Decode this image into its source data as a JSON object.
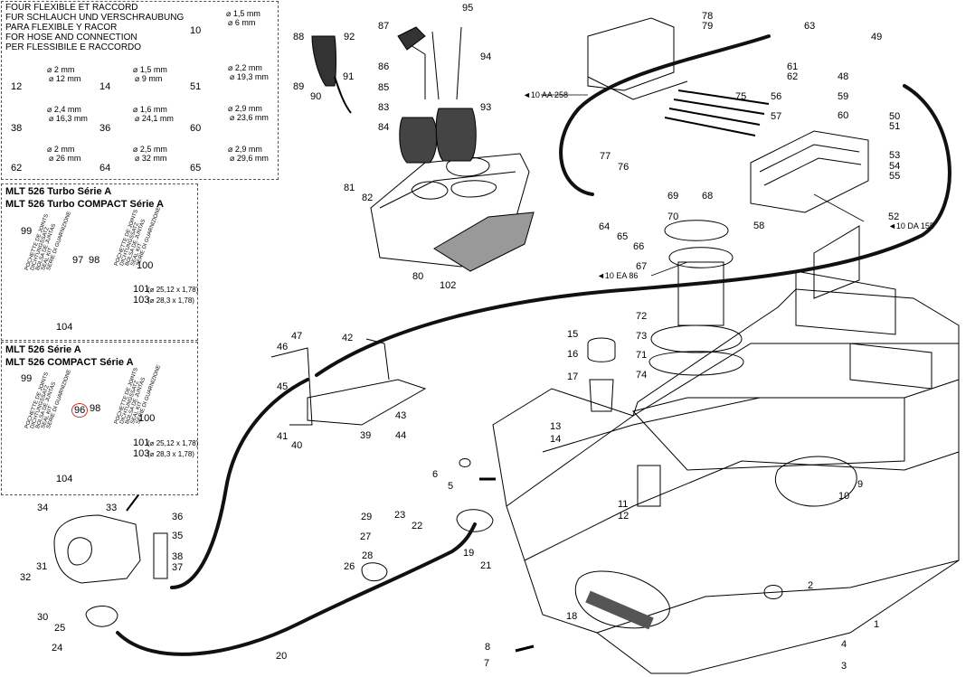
{
  "legend_header": [
    "FOUR FLEXIBLE ET RACCORD",
    "FUR SCHLAUCH UND VERSCHRAUBUNG",
    "PARA FLEXIBLE Y RACOR",
    "FOR HOSE AND CONNECTION",
    "PER FLESSIBILE E RACCORDO"
  ],
  "rings": [
    {
      "num": "10",
      "a": "⌀ 1,5 mm",
      "b": "⌀ 6 mm"
    },
    {
      "num": "12",
      "a": "⌀ 2 mm",
      "b": "⌀ 12 mm"
    },
    {
      "num": "14",
      "a": "⌀ 1,5 mm",
      "b": "⌀ 9 mm"
    },
    {
      "num": "51",
      "a": "⌀ 2,2 mm",
      "b": "⌀ 19,3 mm"
    },
    {
      "num": "38",
      "a": "⌀ 2,4 mm",
      "b": "⌀ 16,3 mm"
    },
    {
      "num": "36",
      "a": "⌀ 1,6 mm",
      "b": "⌀ 24,1 mm"
    },
    {
      "num": "60",
      "a": "⌀ 2,9 mm",
      "b": "⌀ 23,6 mm"
    },
    {
      "num": "62",
      "a": "⌀ 2 mm",
      "b": "⌀ 26 mm"
    },
    {
      "num": "64",
      "a": "⌀ 2,5 mm",
      "b": "⌀ 32 mm"
    },
    {
      "num": "65",
      "a": "⌀ 2,9 mm",
      "b": "⌀ 29,6 mm"
    }
  ],
  "variant_a": {
    "title1": "MLT 526 Turbo Série A",
    "title2": "MLT 526 Turbo COMPACT Série A",
    "labels": {
      "l99": "99",
      "l97": "97",
      "l98": "98",
      "l100": "100",
      "l101": "101",
      "l103": "103",
      "l104": "104"
    },
    "seal_101": "(⌀ 25,12 x 1,78)",
    "seal_103": "(⌀ 28,3 x 1,78)"
  },
  "variant_b": {
    "title1": "MLT 526 Série A",
    "title2": "MLT 526 COMPACT Série A",
    "labels": {
      "l99": "99",
      "l96": "96",
      "l98": "98",
      "l100": "100",
      "l101": "101",
      "l103": "103",
      "l104": "104"
    },
    "seal_101": "(⌀ 25,12 x 1,78)",
    "seal_103": "(⌀ 28,3 x 1,78)"
  },
  "sticker_text": [
    "POCHETTE DE JOINTS",
    "DICHTUNGSSATZ",
    "BOLSA DE JUNTAS",
    "SEAL KIT",
    "SERIE DI GUARNIZIONE"
  ],
  "refs": {
    "r10aa258": "◄10 AA 258",
    "r10da155": "◄10 DA 155",
    "r10ea86": "◄10 EA 86"
  },
  "highlight_color": "#c0392b",
  "parts": [
    "1",
    "2",
    "3",
    "4",
    "5",
    "6",
    "7",
    "8",
    "9",
    "10",
    "11",
    "12",
    "13",
    "14",
    "15",
    "16",
    "17",
    "18",
    "19",
    "20",
    "21",
    "22",
    "23",
    "24",
    "25",
    "26",
    "27",
    "28",
    "29",
    "30",
    "31",
    "32",
    "33",
    "34",
    "35",
    "36",
    "37",
    "38",
    "39",
    "40",
    "41",
    "42",
    "43",
    "44",
    "45",
    "46",
    "47",
    "48",
    "49",
    "50",
    "51",
    "52",
    "53",
    "54",
    "55",
    "56",
    "57",
    "58",
    "59",
    "60",
    "61",
    "62",
    "63",
    "64",
    "65",
    "66",
    "67",
    "68",
    "69",
    "70",
    "71",
    "72",
    "73",
    "74",
    "75",
    "76",
    "77",
    "78",
    "79",
    "80",
    "81",
    "82",
    "83",
    "84",
    "85",
    "86",
    "87",
    "88",
    "89",
    "90",
    "91",
    "92",
    "93",
    "94",
    "95",
    "102"
  ]
}
